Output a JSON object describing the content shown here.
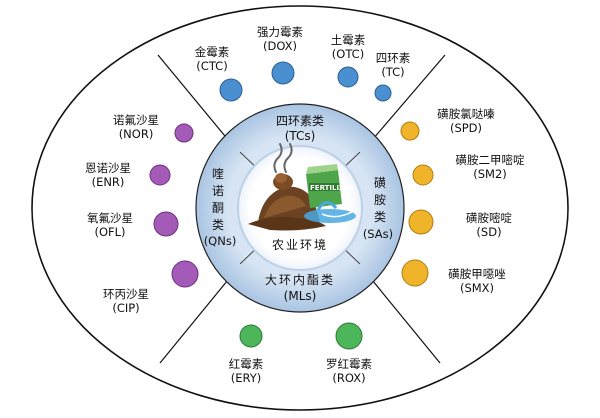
{
  "center": {
    "label": "农业环境",
    "sign": "FERTILIZER"
  },
  "classes": {
    "tcs": {
      "name": "四环素类",
      "abbr": "(TCs)"
    },
    "qns": {
      "name": [
        "喹",
        "诺",
        "酮",
        "类"
      ],
      "abbr": "(QNs)"
    },
    "sas": {
      "name": [
        "磺",
        "胺",
        "类"
      ],
      "abbr": "(SAs)"
    },
    "mls": {
      "name": "大环内酯类",
      "abbr": "(MLs)"
    }
  },
  "antibiotics": {
    "ctc": {
      "name": "金霉素",
      "abbr": "(CTC)"
    },
    "dox": {
      "name": "强力霉素",
      "abbr": "(DOX)"
    },
    "otc": {
      "name": "土霉素",
      "abbr": "(OTC)"
    },
    "tc": {
      "name": "四环素",
      "abbr": "(TC)"
    },
    "nor": {
      "name": "诺氟沙星",
      "abbr": "(NOR)"
    },
    "enr": {
      "name": "恩诺沙星",
      "abbr": "(ENR)"
    },
    "ofl": {
      "name": "氧氟沙星",
      "abbr": "(OFL)"
    },
    "cip": {
      "name": "环丙沙星",
      "abbr": "(CIP)"
    },
    "spd": {
      "name": "磺胺氯哒嗪",
      "abbr": "(SPD)"
    },
    "sm2": {
      "name": "磺胺二甲嘧啶",
      "abbr": "(SM2)"
    },
    "sd": {
      "name": "磺胺嘧啶",
      "abbr": "(SD)"
    },
    "smx": {
      "name": "磺胺甲噁唑",
      "abbr": "(SMX)"
    },
    "ery": {
      "name": "红霉素",
      "abbr": "(ERY)"
    },
    "rox": {
      "name": "罗红霉素",
      "abbr": "(ROX)"
    }
  },
  "colors": {
    "tcs": "#4a8fcf",
    "qns": "#a45bb8",
    "sas": "#f0b42a",
    "mls": "#4db55a",
    "inner_ring": "#c5d8ee",
    "center_fill": "#ffffff"
  }
}
